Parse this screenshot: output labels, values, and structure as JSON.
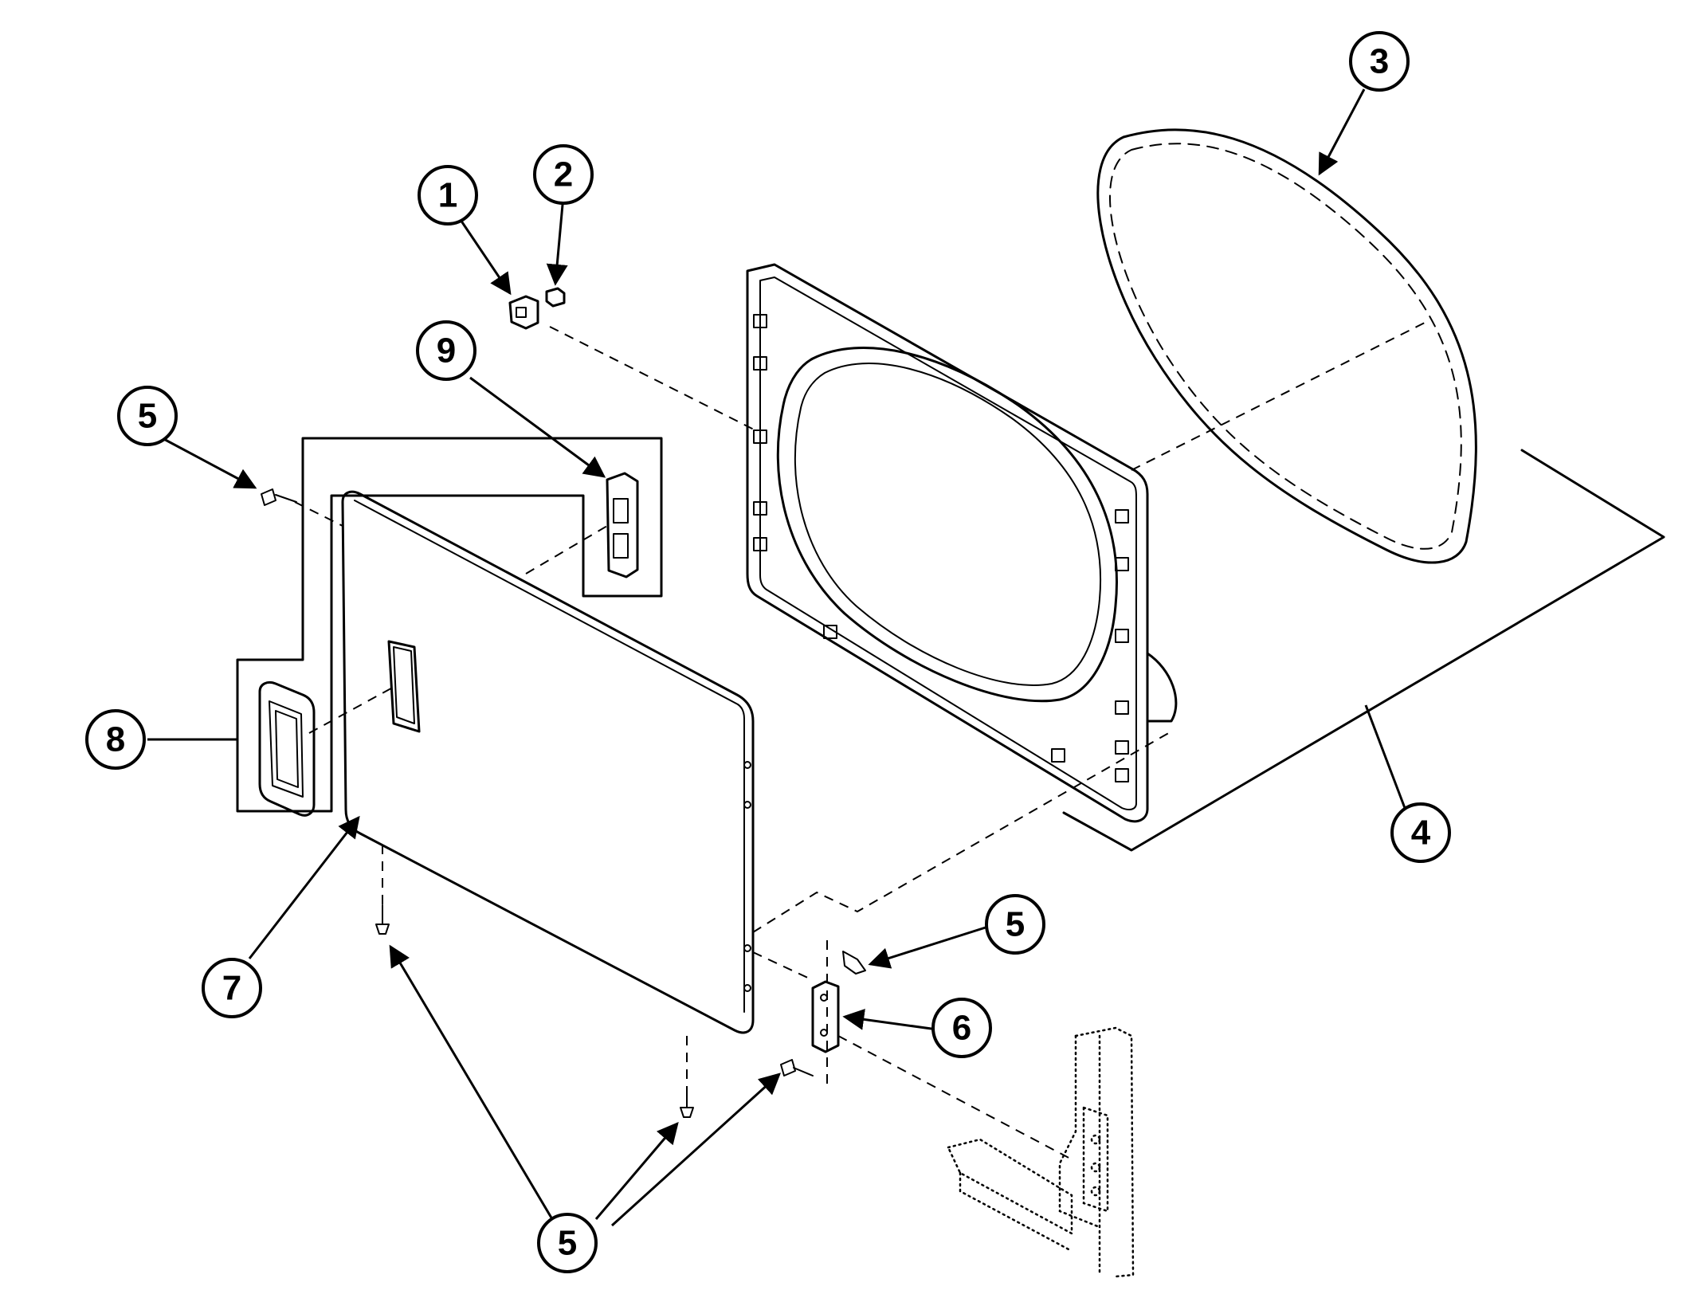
{
  "callouts": [
    {
      "id": "c1",
      "label": "1"
    },
    {
      "id": "c2",
      "label": "2"
    },
    {
      "id": "c3",
      "label": "3"
    },
    {
      "id": "c4",
      "label": "4"
    },
    {
      "id": "c5a",
      "label": "5"
    },
    {
      "id": "c5b",
      "label": "5"
    },
    {
      "id": "c5c",
      "label": "5"
    },
    {
      "id": "c6",
      "label": "6"
    },
    {
      "id": "c7",
      "label": "7"
    },
    {
      "id": "c8",
      "label": "8"
    },
    {
      "id": "c9",
      "label": "9"
    }
  ]
}
